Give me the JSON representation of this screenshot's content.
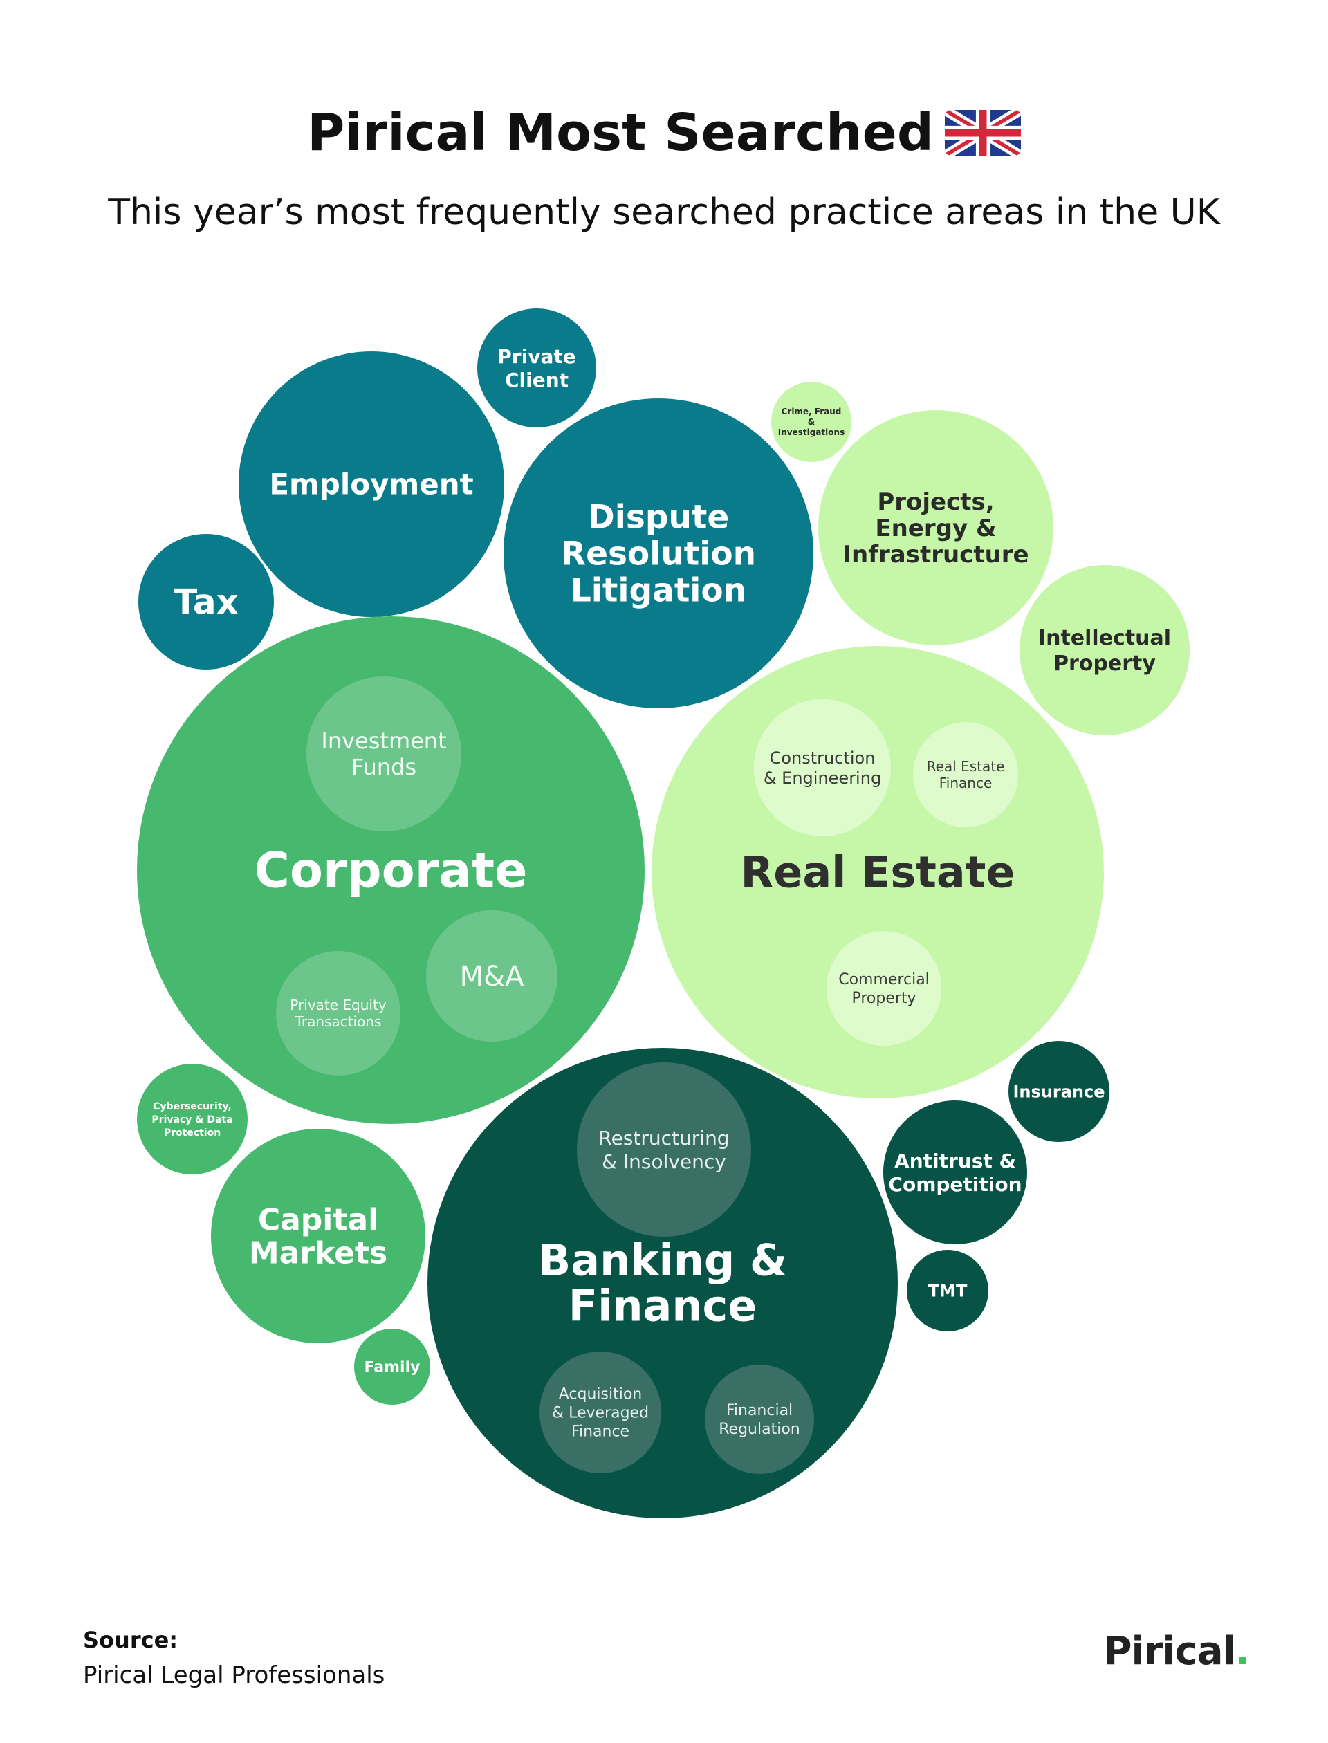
{
  "header": {
    "title": "Pirical Most Searched",
    "flag_icon": "uk-flag-icon",
    "subtitle": "This year’s most frequently searched practice areas in the UK"
  },
  "colors": {
    "teal": "#0a7b8a",
    "green": "#46b96e",
    "green_inner": "#6cc58b",
    "light_green": "#c6f7a9",
    "light_green_inner": "#ddfbcb",
    "dark_green": "#075345",
    "dark_green_inner": "#3a6f66"
  },
  "bubbles": [
    {
      "id": "private-client",
      "lines": [
        "Private",
        "Client"
      ],
      "color": "teal",
      "text": "#ffffff",
      "weight": "bold"
    },
    {
      "id": "employment",
      "lines": [
        "Employment"
      ],
      "color": "teal",
      "text": "#ffffff",
      "weight": "bold"
    },
    {
      "id": "tax",
      "lines": [
        "Tax"
      ],
      "color": "teal",
      "text": "#ffffff",
      "weight": "bold"
    },
    {
      "id": "dispute-resolution-litigation",
      "lines": [
        "Dispute",
        "Resolution",
        "Litigation"
      ],
      "color": "teal",
      "text": "#ffffff",
      "weight": "bold"
    },
    {
      "id": "crime-fraud-investigations",
      "lines": [
        "Crime, Fraud",
        "&",
        "Investigations"
      ],
      "color": "light_green",
      "text": "#2a2a2a",
      "weight": "bold"
    },
    {
      "id": "projects-energy-infrastructure",
      "lines": [
        "Projects,",
        "Energy &",
        "Infrastructure"
      ],
      "color": "light_green",
      "text": "#2a2a2a",
      "weight": "bold"
    },
    {
      "id": "intellectual-property",
      "lines": [
        "Intellectual",
        "Property"
      ],
      "color": "light_green",
      "text": "#2a2a2a",
      "weight": "bold"
    },
    {
      "id": "corporate",
      "lines": [
        "Corporate"
      ],
      "color": "green",
      "text": "#ffffff",
      "weight": "bold"
    },
    {
      "id": "investment-funds",
      "lines": [
        "Investment",
        "Funds"
      ],
      "color": "green_inner",
      "text": "#f2fff5",
      "weight": "normal"
    },
    {
      "id": "m-and-a",
      "lines": [
        "M&A"
      ],
      "color": "green_inner",
      "text": "#f2fff5",
      "weight": "normal"
    },
    {
      "id": "private-equity-transactions",
      "lines": [
        "Private Equity",
        "Transactions"
      ],
      "color": "green_inner",
      "text": "#f2fff5",
      "weight": "normal"
    },
    {
      "id": "real-estate",
      "lines": [
        "Real Estate"
      ],
      "color": "light_green",
      "text": "#2f2f2f",
      "weight": "bold"
    },
    {
      "id": "construction-engineering",
      "lines": [
        "Construction",
        "& Engineering"
      ],
      "color": "light_green_inner",
      "text": "#3a3a3a",
      "weight": "normal"
    },
    {
      "id": "real-estate-finance",
      "lines": [
        "Real Estate",
        "Finance"
      ],
      "color": "light_green_inner",
      "text": "#3a3a3a",
      "weight": "normal"
    },
    {
      "id": "commercial-property",
      "lines": [
        "Commercial",
        "Property"
      ],
      "color": "light_green_inner",
      "text": "#3a3a3a",
      "weight": "normal"
    },
    {
      "id": "cybersecurity-privacy-data-protection",
      "lines": [
        "Cybersecurity,",
        "Privacy & Data",
        "Protection"
      ],
      "color": "green",
      "text": "#ffffff",
      "weight": "bold"
    },
    {
      "id": "capital-markets",
      "lines": [
        "Capital",
        "Markets"
      ],
      "color": "green",
      "text": "#ffffff",
      "weight": "bold"
    },
    {
      "id": "family",
      "lines": [
        "Family"
      ],
      "color": "green",
      "text": "#ffffff",
      "weight": "bold"
    },
    {
      "id": "banking-finance",
      "lines": [
        "Banking &",
        "Finance"
      ],
      "color": "dark_green",
      "text": "#ffffff",
      "weight": "bold"
    },
    {
      "id": "restructuring-insolvency",
      "lines": [
        "Restructuring",
        "& Insolvency"
      ],
      "color": "dark_green_inner",
      "text": "#e6efed",
      "weight": "normal"
    },
    {
      "id": "acquisition-leveraged-finance",
      "lines": [
        "Acquisition",
        "& Leveraged",
        "Finance"
      ],
      "color": "dark_green_inner",
      "text": "#e6efed",
      "weight": "normal"
    },
    {
      "id": "financial-regulation",
      "lines": [
        "Financial",
        "Regulation"
      ],
      "color": "dark_green_inner",
      "text": "#e6efed",
      "weight": "normal"
    },
    {
      "id": "insurance",
      "lines": [
        "Insurance"
      ],
      "color": "dark_green",
      "text": "#ffffff",
      "weight": "bold"
    },
    {
      "id": "antitrust-competition",
      "lines": [
        "Antitrust &",
        "Competition"
      ],
      "color": "dark_green",
      "text": "#ffffff",
      "weight": "bold"
    },
    {
      "id": "tmt",
      "lines": [
        "TMT"
      ],
      "color": "dark_green",
      "text": "#ffffff",
      "weight": "bold"
    }
  ],
  "footer": {
    "source_label": "Source:",
    "source_text": "Pirical Legal Professionals",
    "logo_text": "Pirical",
    "logo_dot": "."
  }
}
